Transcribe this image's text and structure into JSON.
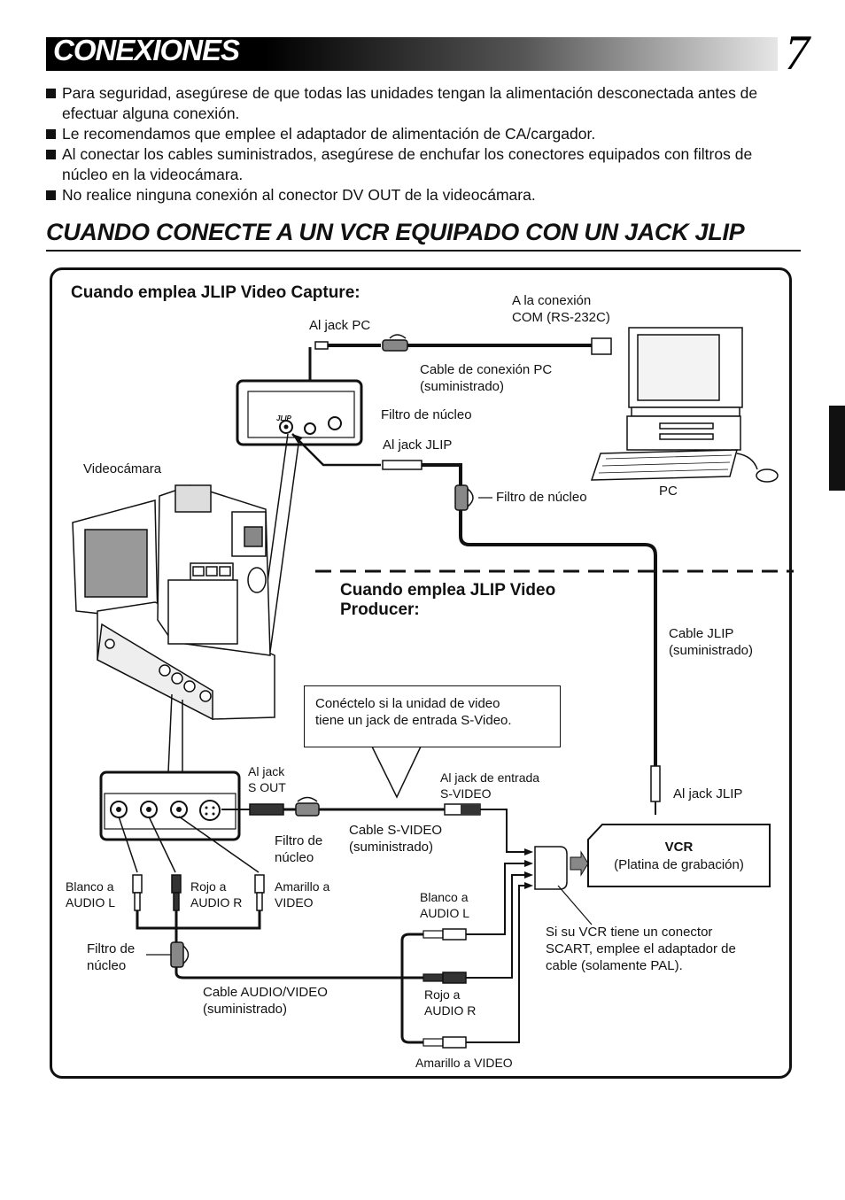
{
  "header": {
    "title": "CONEXIONES",
    "page_number": "7"
  },
  "bullets": [
    "Para seguridad, asegúrese de que todas las unidades tengan la alimentación desconectada antes de efectuar alguna conexión.",
    "Le recomendamos que emplee el adaptador de alimentación de CA/cargador.",
    "Al conectar los cables suministrados, asegúrese de enchufar los conectores equipados con filtros de núcleo en la videocámara.",
    "No realice ninguna conexión al conector DV OUT de la videocámara."
  ],
  "section": {
    "title": "CUANDO CONECTE A UN VCR EQUIPADO CON UN JACK JLIP"
  },
  "diagram": {
    "capture_heading": "Cuando emplea JLIP Video Capture:",
    "producer_heading": "Cuando emplea JLIP Video\nProducer:",
    "jlip_port_label": "JLIP",
    "labels": {
      "com_connection": "A la conexión\nCOM (RS-232C)",
      "pc_jack": "Al jack PC",
      "pc_cable": "Cable de conexión PC\n(suministrado)",
      "core_filter_1": "Filtro de núcleo",
      "jlip_jack_top": "Al jack JLIP",
      "camcorder": "Videocámara",
      "core_filter_2": "Filtro de núcleo",
      "pc": "PC",
      "jlip_cable": "Cable JLIP\n(suministrado)",
      "svideo_note": "Conéctelo si la unidad de video\ntiene un jack de entrada S-Video.",
      "s_out": "Al jack\nS OUT",
      "svideo_in": "Al jack de entrada\nS-VIDEO",
      "jlip_jack_bottom": "Al jack JLIP",
      "core_filter_3": "Filtro de\nnúcleo",
      "svideo_cable": "Cable S-VIDEO\n(suministrado)",
      "white_audio_l": "Blanco a\nAUDIO L",
      "red_audio_r": "Rojo a\nAUDIO R",
      "yellow_video": "Amarillo a\nVIDEO",
      "white_audio_l_2": "Blanco a\nAUDIO L",
      "core_filter_4": "Filtro de\nnúcleo",
      "scart_note": "Si su VCR tiene un conector\nSCART, emplee el adaptador de\ncable (solamente PAL).",
      "av_cable": "Cable AUDIO/VIDEO\n(suministrado)",
      "red_audio_r_2": "Rojo a\nAUDIO R",
      "yellow_video_2": "Amarillo a VIDEO"
    },
    "vcr": {
      "title": "VCR",
      "subtitle": "(Platina de grabación)"
    }
  }
}
